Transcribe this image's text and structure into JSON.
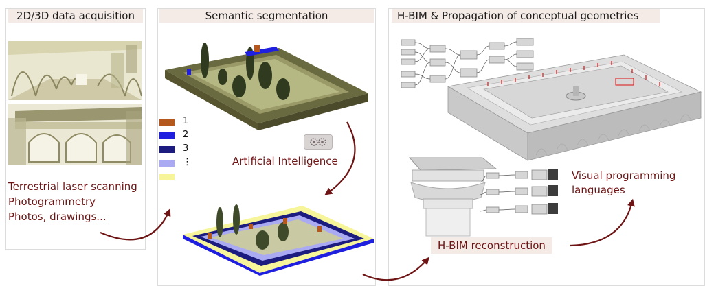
{
  "panels": {
    "acquisition": {
      "title": "2D/3D data acquisition",
      "methods": [
        "Terrestrial laser scanning",
        "Photogrammetry",
        "Photos, drawings..."
      ]
    },
    "segmentation": {
      "title": "Semantic segmentation",
      "ai_label": "Artificial Intelligence",
      "legend": [
        {
          "label": "1",
          "color": "#b4581e"
        },
        {
          "label": "2",
          "color": "#1f1fe0"
        },
        {
          "label": "3",
          "color": "#1c1c80"
        },
        {
          "label": "⋮",
          "color": "#aaaaf2"
        },
        {
          "label": "",
          "color": "#f7f59a"
        }
      ]
    },
    "hbim": {
      "title": "H-BIM & Propagation of conceptual geometries",
      "vpl_label": "Visual programming languages",
      "reconstruction_label": "H-BIM reconstruction"
    }
  },
  "colors": {
    "arrow": "#6e1414",
    "title_bg": "#f5ebe6",
    "label_bg": "#f5ebe6"
  }
}
